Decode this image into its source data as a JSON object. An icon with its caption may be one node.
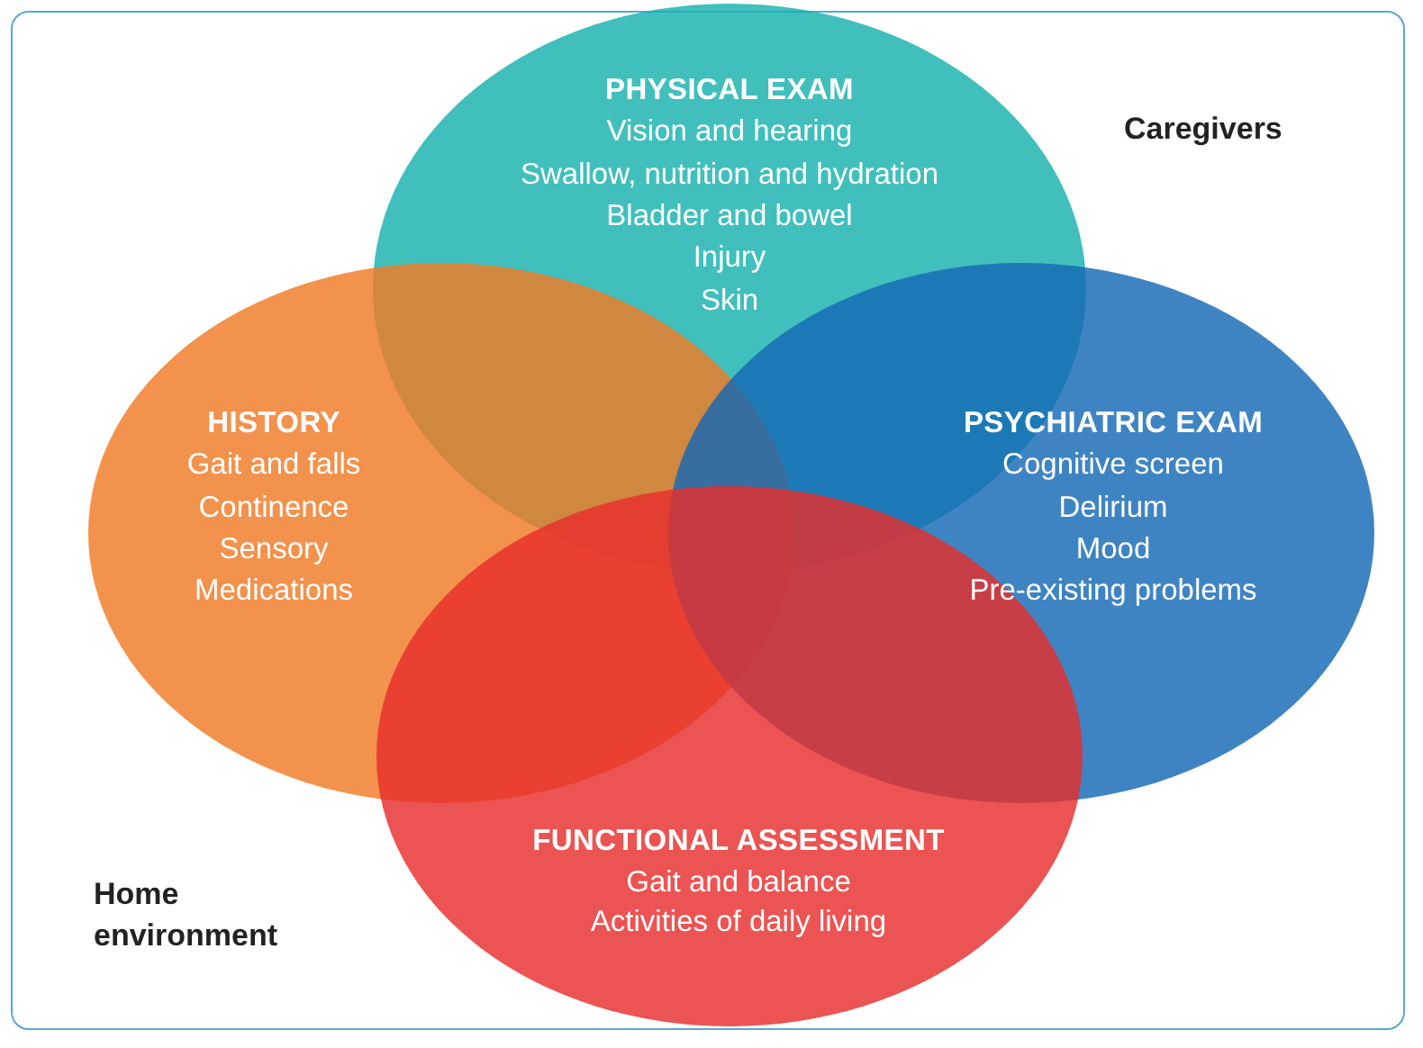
{
  "diagram": {
    "nodes": [
      {
        "text": [
          "PHYSICAL EXAM",
          "Vision and hearing",
          "Swallow, nutrition and hydration",
          "Bladder and bowel",
          "Injury",
          "Skin"
        ]
      },
      {
        "text": [
          "HISTORY",
          "Gait and falls",
          "Continence",
          "Sensory",
          "Medications"
        ]
      },
      {
        "text": [
          "PSYCHIATRIC EXAM",
          "Cognitive screen",
          "Delirium",
          "Mood",
          "Pre-existing problems"
        ]
      },
      {
        "text": [
          "FUNCTIONAL ASSESSMENT",
          "Gait and balance",
          "Activities of daily living"
        ]
      }
    ],
    "labels": [
      "Caregivers",
      "Home environment"
    ]
  }
}
